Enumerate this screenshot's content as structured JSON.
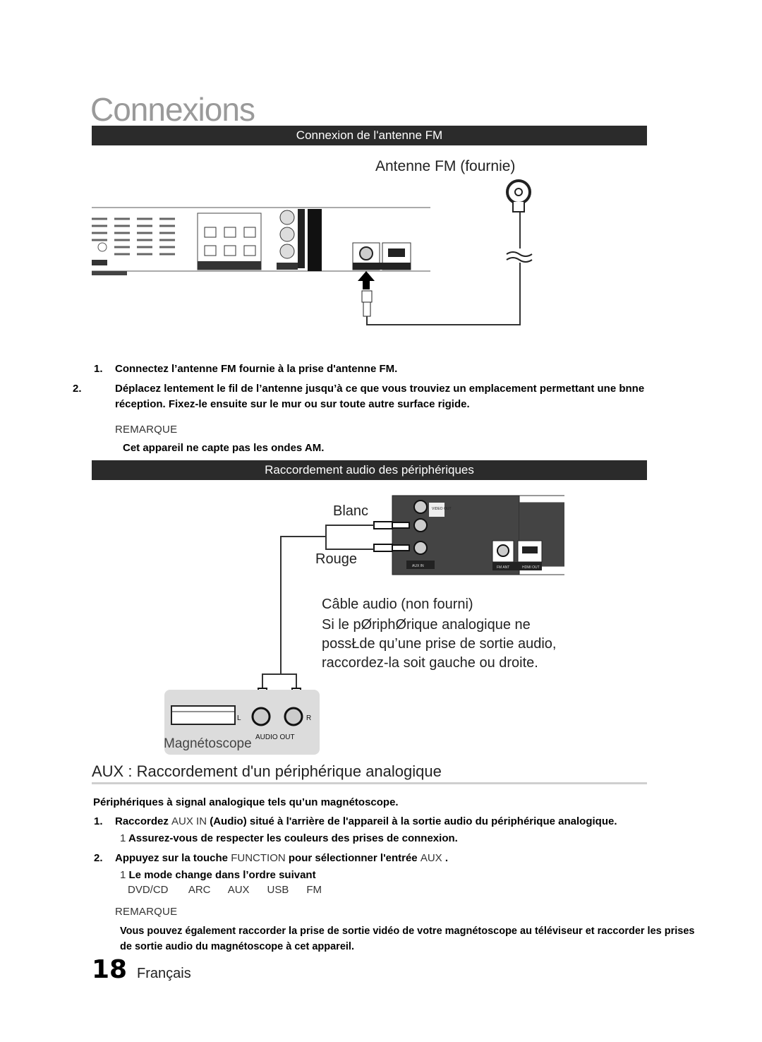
{
  "page": {
    "title": "Connexions",
    "page_number": "18",
    "language": "Français"
  },
  "section1": {
    "bar": "Connexion de l'antenne FM",
    "antenna_label": "Antenne FM (fournie)",
    "steps": [
      {
        "num": "1.",
        "text": "Connectez l’antenne FM fournie à la prise d'antenne FM."
      },
      {
        "num": "2.",
        "text": "Déplacez lentement le fil de l’antenne jusqu’à ce que vous trouviez un emplacement permettant une bnne réception. Fixez-le ensuite sur le mur ou sur toute autre surface rigide."
      }
    ],
    "note_title": "REMARQUE",
    "note": "Cet appareil ne capte pas les ondes AM."
  },
  "section2": {
    "bar": "Raccordement audio des périphériques",
    "blanc": "Blanc",
    "rouge": "Rouge",
    "cable_label": "Câble audio   (non fourni)",
    "hint": [
      "Si le pØriphØrique analogique ne",
      "possŁde qu’une prise de sortie audio,",
      "raccordez-la soit   gauche ou   droite."
    ],
    "device_label": "Magnétoscope",
    "audio_out": "AUDIO OUT",
    "l": "L",
    "r": "R",
    "panel": {
      "video_out": "VIDEO OUT",
      "aux_in": "AUX IN",
      "fm_ant": "FM ANT",
      "hdmi_out": "HDMI OUT"
    }
  },
  "aux": {
    "heading": "AUX   : Raccordement d'un périphérique analogique",
    "intro": "Périphériques à signal analogique tels qu’un magnétoscope.",
    "step1_a": "Raccordez ",
    "step1_key": "AUX IN",
    "step1_b": "  (Audio) situé à l'arrière de l'appareil à la sortie audio du périphérique analogique.",
    "step1_sub": "Assurez-vous de respecter les couleurs des prises de connexion.",
    "step2_a": "Appuyez sur la touche ",
    "step2_key": "FUNCTION",
    "step2_b": "  pour sélectionner l'entrée ",
    "step2_key2": "AUX",
    "step2_c": "  .",
    "step2_sub": "Le mode change dans l’ordre suivant",
    "modes": "DVD/CD       ARC      AUX      USB      FM",
    "bullet": "1",
    "note_title": "REMARQUE",
    "note": "Vous pouvez également raccorder la prise de sortie vidéo de votre magnétoscope au téléviseur et raccorder les prises de sortie audio du magnétoscope à cet appareil."
  }
}
